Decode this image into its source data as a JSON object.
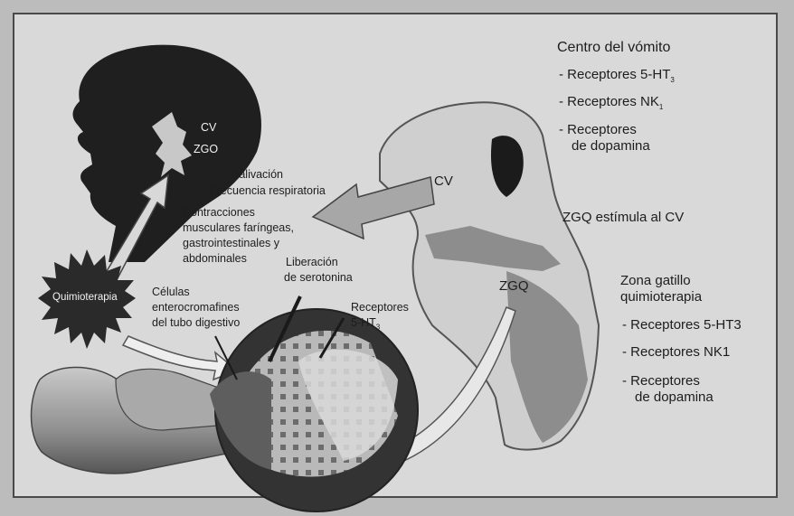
{
  "labels": {
    "centro_title": "Centro del vómito",
    "centro_items": [
      "- Receptores 5-HT",
      "- Receptores NK",
      "- Receptores",
      "de dopamina"
    ],
    "centro_subs": [
      "3",
      "1"
    ],
    "zgq_stim": "ZGQ estímula al CV",
    "zona_title_1": "Zona gatillo",
    "zona_title_2": "quimioterapia",
    "zona_items": [
      "- Receptores 5-HT3",
      "- Receptores NK1",
      "- Receptores",
      "de dopamina"
    ],
    "head_cv": "CV",
    "head_zgo": "ZGO",
    "effects": [
      "Salivación",
      "Frecuencia respiratoria",
      "Contracciones",
      "musculares faríngeas,",
      "gastrointestinales y",
      "abdominales"
    ],
    "quimio": "Quimioterapia",
    "celulas": [
      "Células",
      "enterocromafines",
      "del tubo digestivo"
    ],
    "liberacion": [
      "Liberación",
      "de serotonina"
    ],
    "receptores_intestino": [
      "Receptores",
      "5-HT"
    ],
    "receptores_intestino_sub": "3",
    "brain_cv": "CV",
    "brain_zgq": "ZGQ"
  }
}
